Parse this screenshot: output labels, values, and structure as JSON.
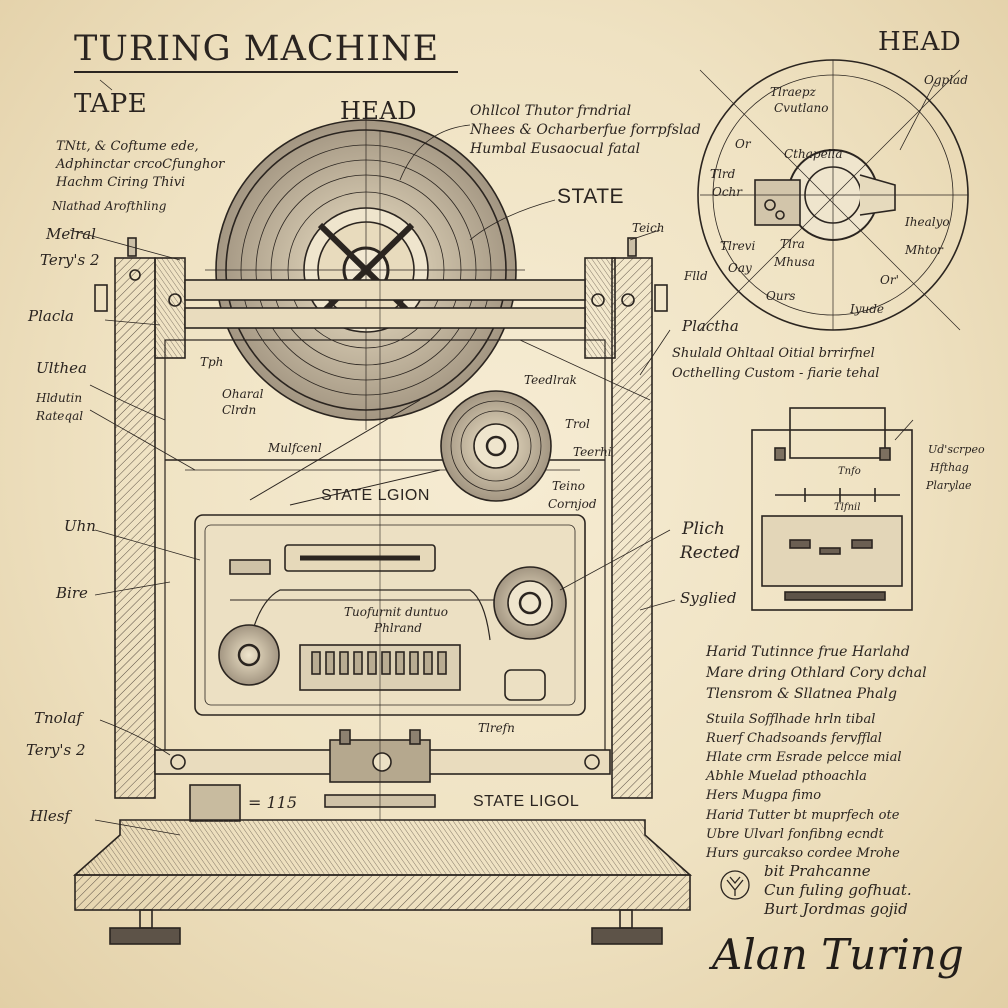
{
  "document": {
    "title": "TURING MACHINE",
    "signature": "Alan Turing"
  },
  "labels": {
    "tape": "TAPE",
    "head_main": "HEAD",
    "head_corner": "HEAD",
    "state": "STATE",
    "state_lgion": "STATE LGION",
    "state_ligol": "STATE LIGOL",
    "dial_number": "= 115"
  },
  "scribbles": {
    "top_note": [
      "Ohllcol Thutor frndrial",
      "Nhees & Ocharberfue forrpfslad",
      "Humbal Eusaocual fatal"
    ],
    "left_top_note": [
      "TNtt, & Coftume ede,",
      "Adphinctar crcoCfunghor",
      "Hachm Ciring Thivi"
    ],
    "left_labels": [
      "Nlathad Arofthling",
      "Melral",
      "Tery's 2",
      "Placla",
      "Ulthea",
      "Hldutin",
      "Rateqal",
      "Uhn",
      "Bire",
      "Tnolaf",
      "Tery's 2",
      "Hlesf"
    ],
    "machine_labels": [
      "Teich",
      "Tph",
      "Oharal",
      "Clrdn",
      "Mulfcenl",
      "Teedlrak",
      "Trol",
      "Teerhi",
      "Teino",
      "Cornjod",
      "Tuofurnit duntuo",
      "Phlrand",
      "Tlrefn"
    ],
    "right_labels": [
      "Plactha",
      "Plich",
      "Rected",
      "Syglied"
    ],
    "right_mid_note": [
      "Shulald Ohltaal Oitial brrirfnel",
      "Octhelling Custom - fiarie tehal"
    ],
    "head_diagram_labels": [
      "Ogplad",
      "Tlraepz",
      "Cvutlano",
      "Or",
      "Tlrd",
      "Cthapella",
      "Ochr",
      "Tlra",
      "Oay",
      "Mhusa",
      "Ihealyo",
      "Ours",
      "Flld",
      "Mhtor",
      "Or'",
      "Tlrevi",
      "Iyude"
    ],
    "state_box_labels": [
      "Tnfo",
      "Tlfnil",
      "Ud'scrpeo",
      "Hfthag",
      "Plarylae"
    ],
    "note_block_1": [
      "Harid Tutinnce frue Harlahd",
      "Mare dring Othlard Cory dchal",
      "Tlensrom & Sllatnea Phalg"
    ],
    "note_block_2": [
      "Stuila Sofflhade hrln tibal",
      "Ruerf Chadsoands fervfflal",
      "Hlate crm Esrade pelcce mial",
      "Abhle Muelad pthoachla",
      "Hers Mugpa fimo"
    ],
    "note_block_3": [
      "Harid Tutter bt muprfech ote",
      "Ubre Ulvarl fonfibng ecndt",
      "Hurs gurcakso cordee Mrohe"
    ],
    "note_block_4": [
      "bit Prahcanne",
      "Cun fuling gofhuat.",
      "Burt Jordmas gojid"
    ]
  },
  "colors": {
    "paper": "#efe3c6",
    "ink": "#2a2420"
  }
}
